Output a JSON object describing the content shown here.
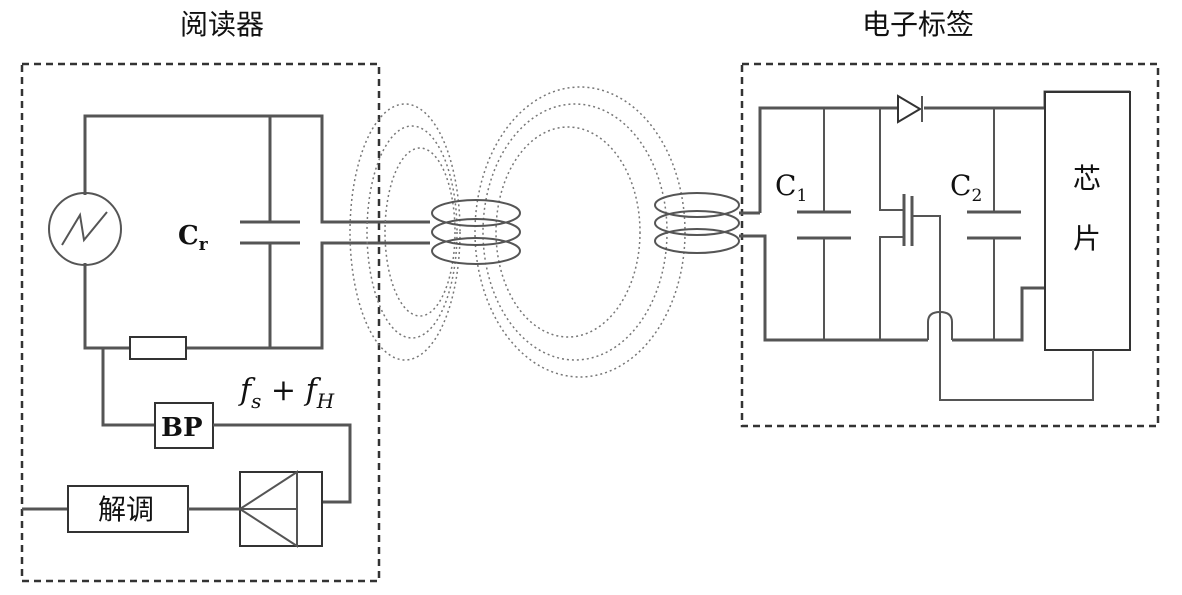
{
  "reader": {
    "title": "阅读器",
    "capacitor": {
      "main": "C",
      "sub": "r"
    },
    "bandpass": "BP",
    "demodulator": "解调",
    "frequency": {
      "f1": "f",
      "s1": "s",
      "plus": " + ",
      "f2": "f",
      "s2": "H"
    }
  },
  "tag": {
    "title": "电子标签",
    "c1": {
      "main": "C",
      "sub": "1"
    },
    "c2": {
      "main": "C",
      "sub": "2"
    },
    "chip_line1": "芯",
    "chip_line2": "片"
  }
}
